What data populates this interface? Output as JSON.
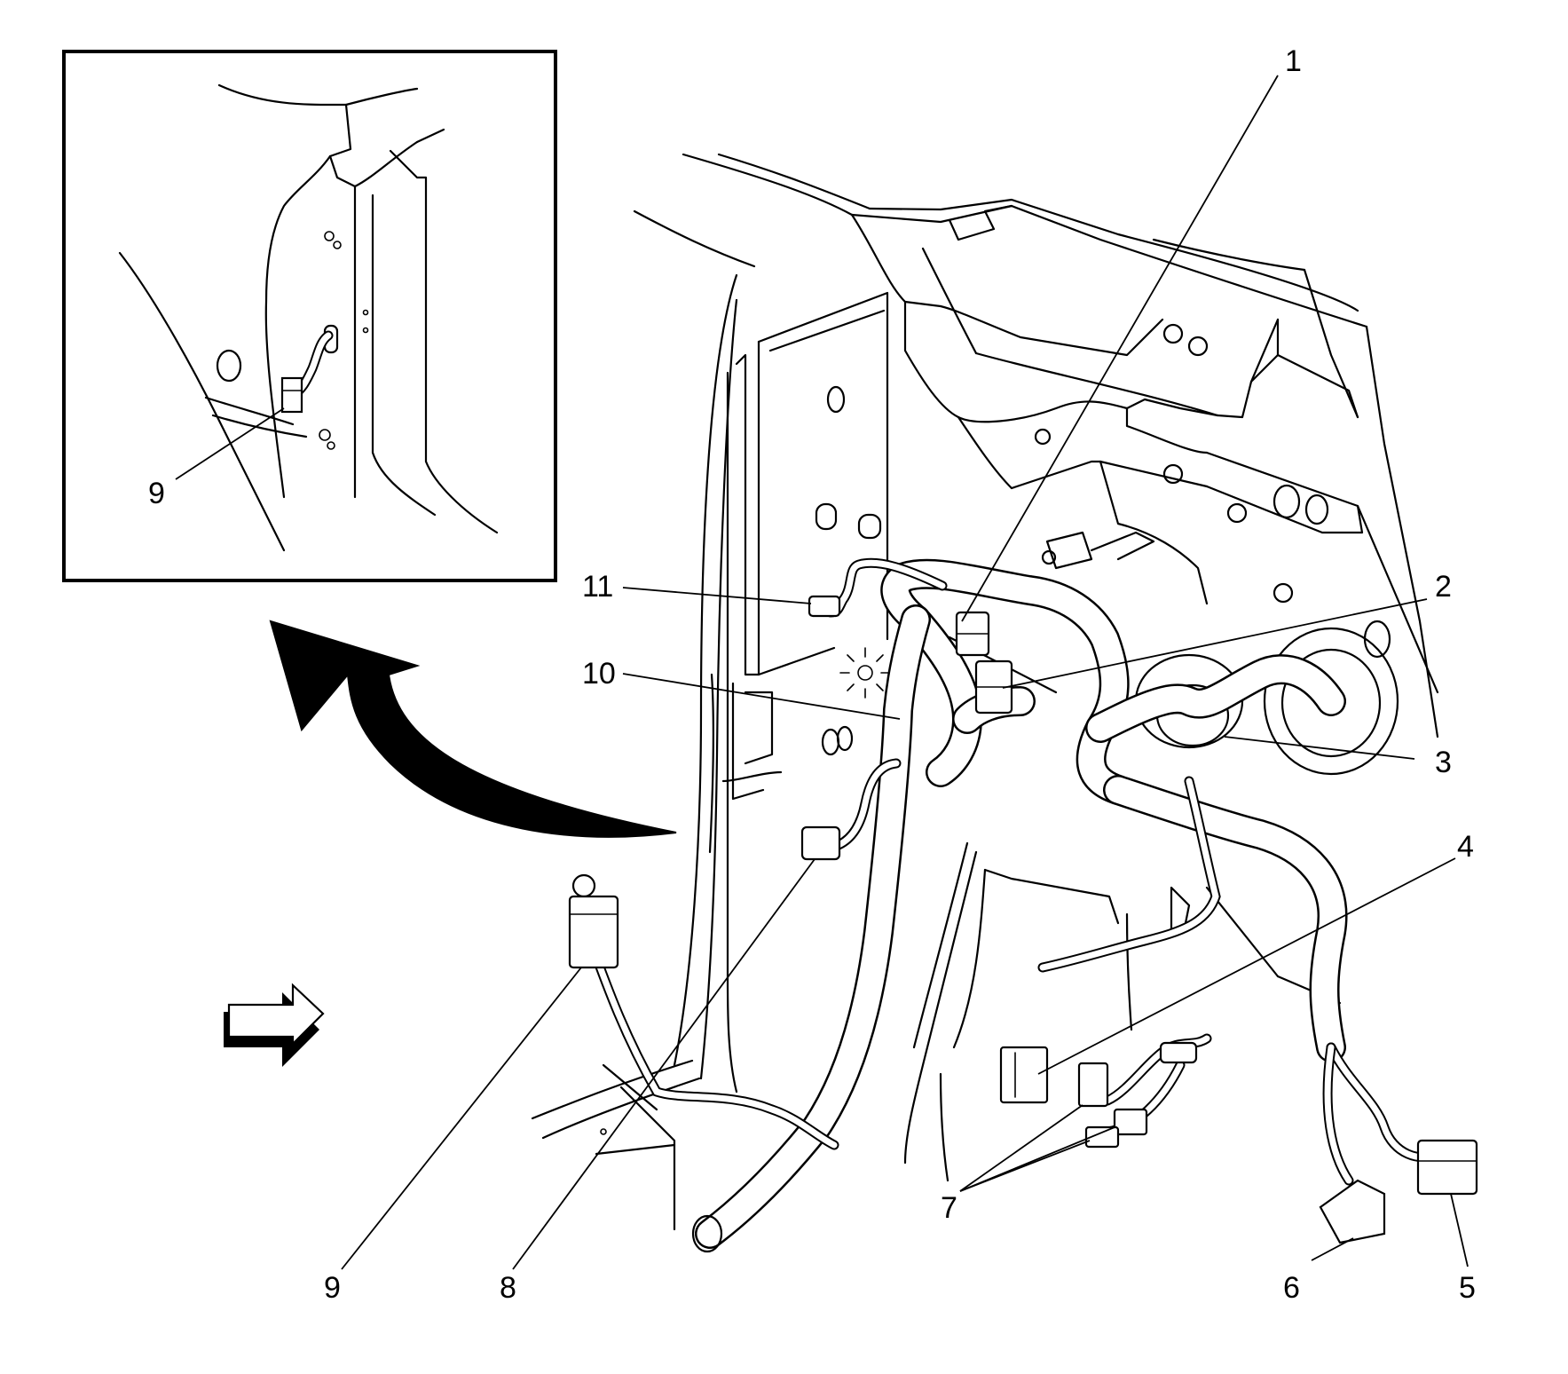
{
  "callouts": {
    "c1": "1",
    "c2": "2",
    "c3": "3",
    "c4": "4",
    "c5": "5",
    "c6": "6",
    "c7": "7",
    "c8": "8",
    "c9": "9",
    "c10": "10",
    "c11": "11",
    "inset_c9": "9"
  }
}
